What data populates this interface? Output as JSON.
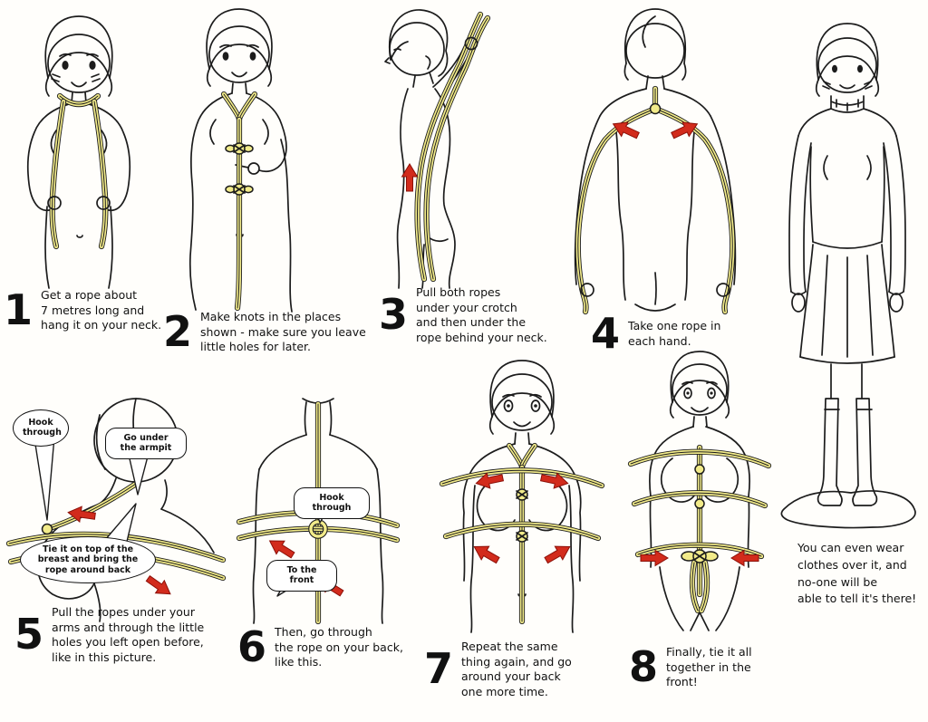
{
  "title": "rope-harness-tutorial-diagram",
  "colors": {
    "background": "#ffffff",
    "line": "#1c1c1c",
    "rope": "#f2eb8a",
    "arrow": "#d22b1c"
  },
  "steps": [
    {
      "number": "1",
      "text": "Get a rope about\n7 metres long and\nhang it on your neck."
    },
    {
      "number": "2",
      "text": "Make knots in the places\nshown - make sure you leave\nlittle holes for later."
    },
    {
      "number": "3",
      "text": "Pull both ropes\nunder your crotch\nand then under the\nrope behind your neck."
    },
    {
      "number": "4",
      "text": "Take one rope in\neach hand."
    },
    {
      "number": "5",
      "text": "Pull the ropes under your\narms and through the little\nholes you left open before,\nlike in this picture."
    },
    {
      "number": "6",
      "text": "Then, go through\nthe rope on your back,\nlike this."
    },
    {
      "number": "7",
      "text": "Repeat the same\nthing again, and go\naround your back\none more time."
    },
    {
      "number": "8",
      "text": "Finally, tie it all\ntogether in the\nfront!"
    }
  ],
  "bubbles": [
    {
      "text": "Hook\nthrough"
    },
    {
      "text": "Go under\nthe armpit"
    },
    {
      "text": "Tie it on top of the\nbreast and bring the\nrope around back"
    },
    {
      "text": "Hook through"
    },
    {
      "text": "To the front"
    }
  ],
  "note": {
    "text": "You can even wear\nclothes over it, and\nno-one will be\nable to tell it's there!"
  }
}
